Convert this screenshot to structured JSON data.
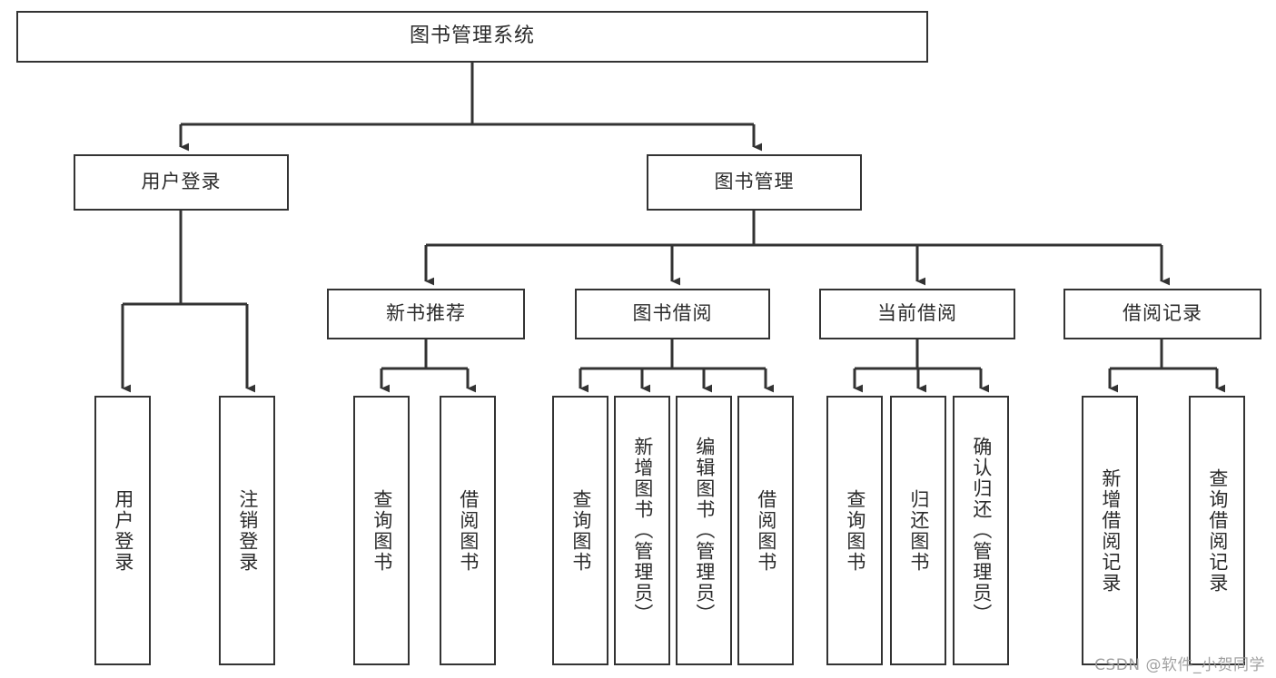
{
  "diagram": {
    "type": "tree-hierarchy-chart",
    "title": "图书管理系统",
    "stroke_color": "#333333",
    "background_color": "#ffffff",
    "text_color": "#2b2b2b"
  },
  "root": {
    "label": "图书管理系统"
  },
  "level2": {
    "user_login": {
      "label": "用户登录"
    },
    "book_manage": {
      "label": "图书管理"
    }
  },
  "level3": {
    "new_book_recommend": {
      "label": "新书推荐"
    },
    "book_borrow": {
      "label": "图书借阅"
    },
    "current_borrow": {
      "label": "当前借阅"
    },
    "borrow_record": {
      "label": "借阅记录"
    }
  },
  "leaves": {
    "user_login_group": [
      {
        "label": "用户登录"
      },
      {
        "label": "注销登录"
      }
    ],
    "new_book_recommend_group": [
      {
        "label": "查询图书"
      },
      {
        "label": "借阅图书"
      }
    ],
    "book_borrow_group": [
      {
        "label": "查询图书"
      },
      {
        "label": "新增图书（管理员）"
      },
      {
        "label": "编辑图书（管理员）"
      },
      {
        "label": "借阅图书"
      }
    ],
    "current_borrow_group": [
      {
        "label": "查询图书"
      },
      {
        "label": "归还图书"
      },
      {
        "label": "确认归还（管理员）"
      }
    ],
    "borrow_record_group": [
      {
        "label": "新增借阅记录"
      },
      {
        "label": "查询借阅记录"
      }
    ]
  },
  "watermark": {
    "text": "CSDN @软件_小贺同学"
  }
}
